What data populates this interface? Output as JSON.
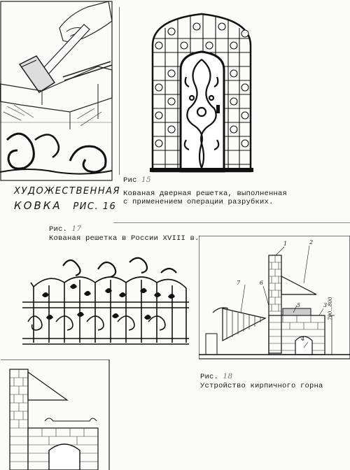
{
  "forging_caption": {
    "line1": "ХУДОЖЕСТВЕННАЯ",
    "line2": "КОВКА",
    "fig": "РИС. 16"
  },
  "door_caption": {
    "ris": "Рис",
    "num": "15",
    "line1": "Кованая дверная решетка, выполненная",
    "line2": "с применением операции разрубких."
  },
  "fence_caption": {
    "ris": "Рис.",
    "num": "17",
    "line1": "Кованая решетка в России XVIII в."
  },
  "forge_caption": {
    "ris": "Рис.",
    "num": "18",
    "line1": "Устройство кирпичного горна"
  },
  "forge_labels": [
    "1",
    "2",
    "3",
    "4",
    "5",
    "6",
    "7"
  ],
  "forge_dimension": "700...800"
}
